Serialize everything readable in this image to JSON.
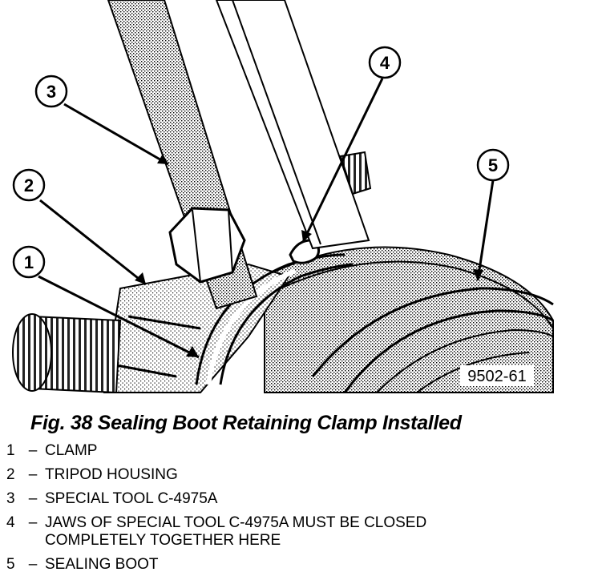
{
  "figure": {
    "callouts": [
      "1",
      "2",
      "3",
      "4",
      "5"
    ],
    "code": "9502-61"
  },
  "caption": "Fig. 38 Sealing Boot Retaining Clamp Installed",
  "legend": [
    {
      "num": "1",
      "text": "CLAMP"
    },
    {
      "num": "2",
      "text": "TRIPOD HOUSING"
    },
    {
      "num": "3",
      "text": "SPECIAL TOOL C-4975A"
    },
    {
      "num": "4",
      "text": "JAWS OF SPECIAL TOOL C-4975A MUST BE CLOSED\nCOMPLETELY TOGETHER HERE"
    },
    {
      "num": "5",
      "text": "SEALING BOOT"
    }
  ]
}
